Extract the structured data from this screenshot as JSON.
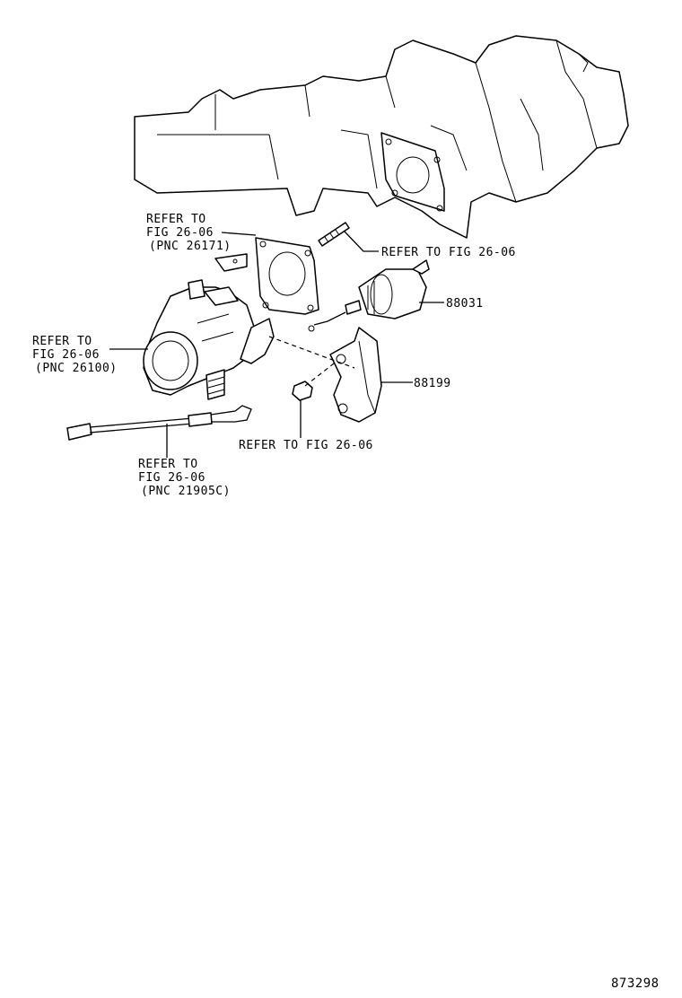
{
  "diagram": {
    "labels": {
      "gasket_ref": [
        "REFER TO",
        "FIG 26-06",
        "(PNC 26171)"
      ],
      "stud_ref": "REFER TO FIG 26-06",
      "part_88031": "88031",
      "throttle_ref": [
        "REFER TO",
        "FIG 26-06",
        "(PNC 26100)"
      ],
      "part_88199": "88199",
      "nut_ref": "REFER TO FIG 26-06",
      "cable_ref": [
        "REFER TO",
        "FIG 26-06",
        "(PNC 21905C)"
      ]
    },
    "figure_number": "873298"
  }
}
